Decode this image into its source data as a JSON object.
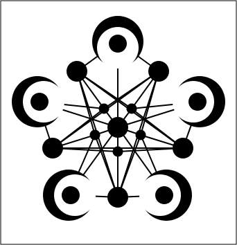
{
  "figure": {
    "background": "#ffffff",
    "frame_color": "#000000",
    "ink": "#000000",
    "paper": "#ffffff",
    "symmetry": 5,
    "description_icon": "network-emblem-icon"
  },
  "nodes": {
    "center": "hub",
    "inner_ring_count": 5,
    "mid_ring_count": 5,
    "outer_ring_count": 5,
    "crescent_count": 5
  }
}
